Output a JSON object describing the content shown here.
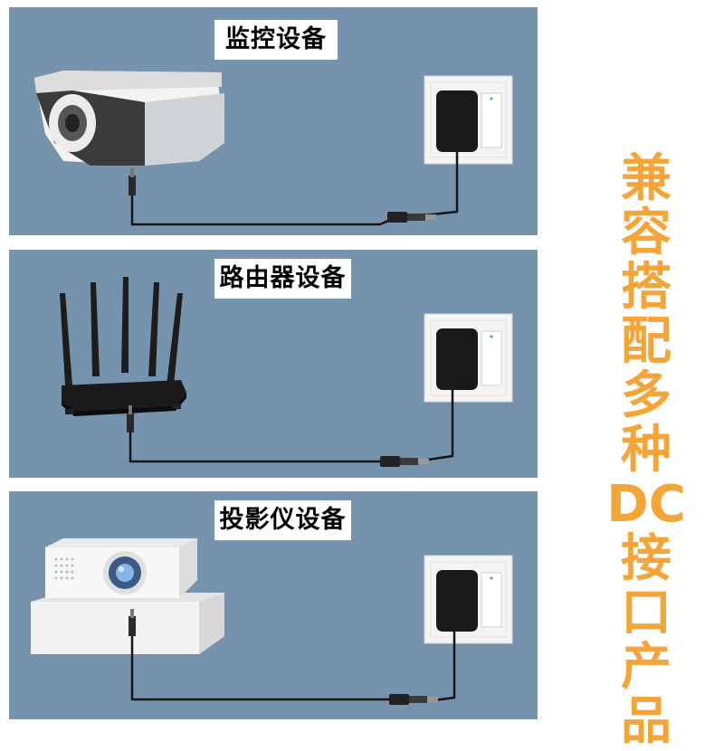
{
  "panels": [
    {
      "label": "监控设备",
      "device": "camera-icon"
    },
    {
      "label": "路由器设备",
      "device": "router-icon"
    },
    {
      "label": "投影仪设备",
      "device": "projector-icon"
    }
  ],
  "side_text": [
    "兼",
    "容",
    "搭",
    "配",
    "多",
    "种",
    "DC",
    "接",
    "口",
    "产",
    "品"
  ],
  "colors": {
    "panel_bg": "#7693ad",
    "accent": "#f5a437",
    "adapter": "#1a1a1a",
    "socket": "#f4f4f2"
  }
}
